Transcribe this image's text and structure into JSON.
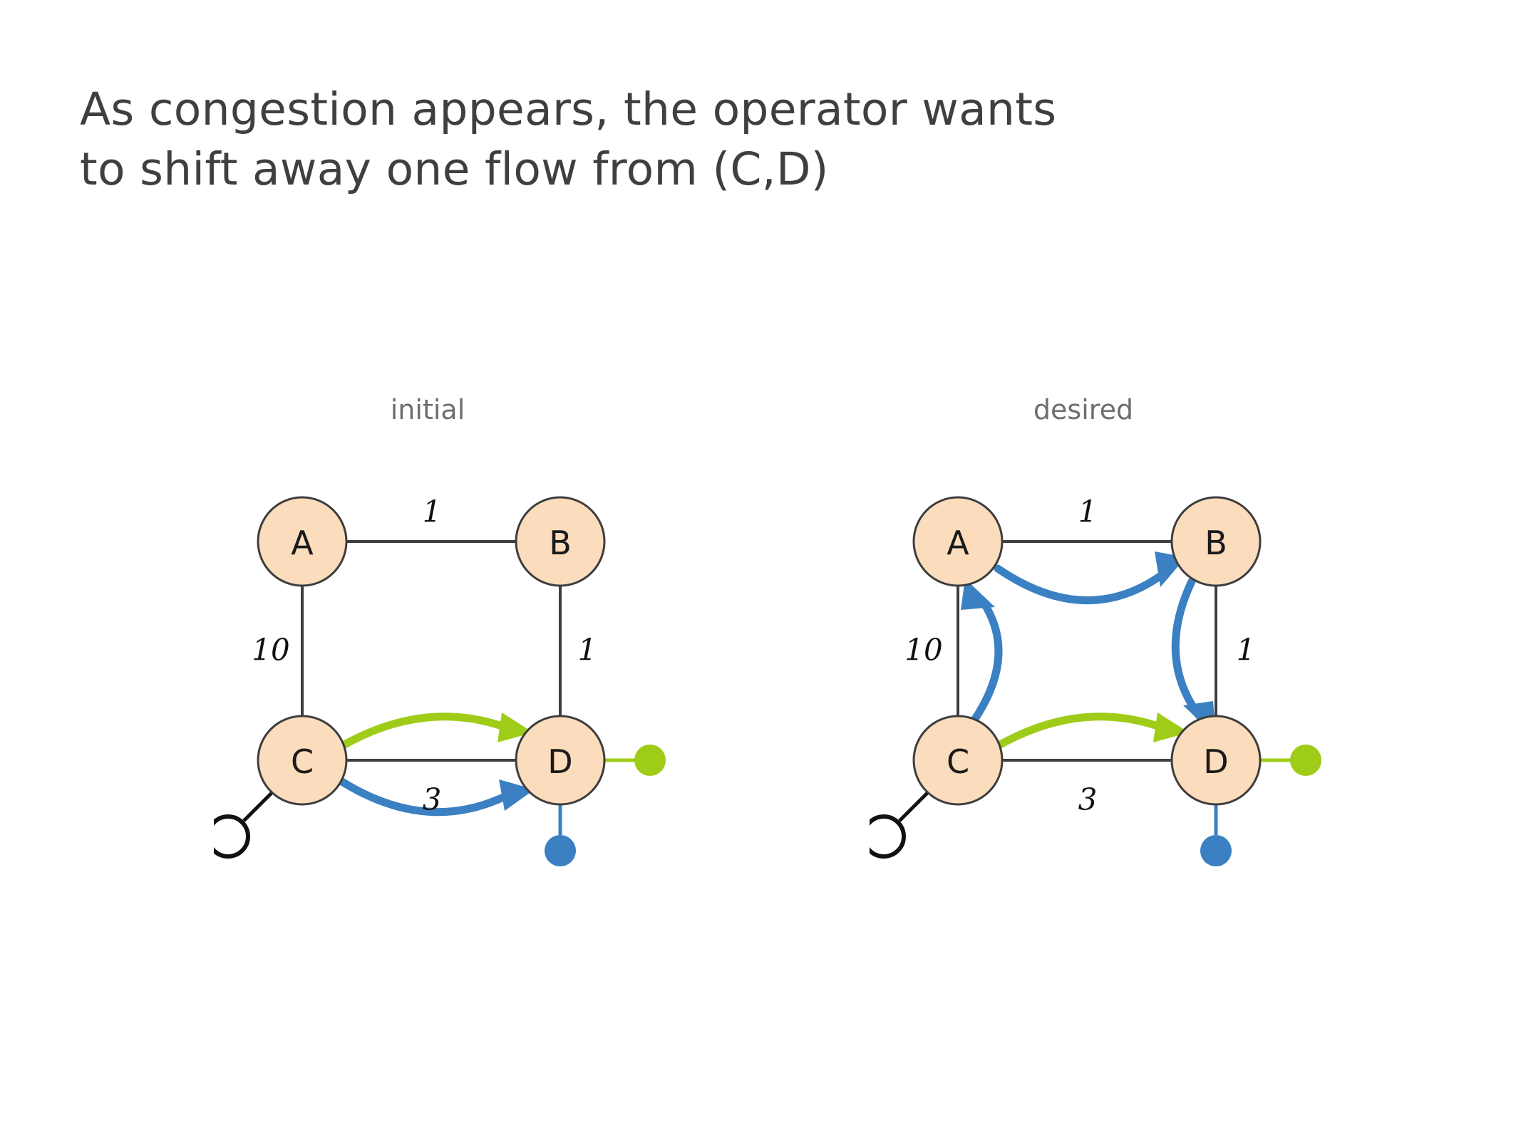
{
  "slide": {
    "background_color": "#ffffff",
    "title": {
      "line1": "As congestion appears, the operator wants",
      "line2": "to shift away one flow from (C,D)",
      "color": "#3f3f3f"
    }
  },
  "palette": {
    "node_fill": "#fbdcbc",
    "node_stroke": "#3d3d3d",
    "edge_stroke": "#3f3f3f",
    "flow_green": "#9fcc18",
    "flow_blue": "#3a80c2",
    "terminal_open": "#ffffff",
    "caption_gray": "#6e6e6e"
  },
  "panels": [
    {
      "id": "initial",
      "caption": "initial",
      "nodes": [
        {
          "id": "A",
          "label": "A"
        },
        {
          "id": "B",
          "label": "B"
        },
        {
          "id": "C",
          "label": "C"
        },
        {
          "id": "D",
          "label": "D"
        }
      ],
      "edges": [
        {
          "from": "A",
          "to": "B",
          "weight": "1"
        },
        {
          "from": "A",
          "to": "C",
          "weight": "10"
        },
        {
          "from": "B",
          "to": "D",
          "weight": "1"
        },
        {
          "from": "C",
          "to": "D",
          "weight": "3"
        }
      ],
      "terminals": [
        {
          "id": "c-open",
          "attached_to": "C",
          "style": "open-circle",
          "color": "#ffffff"
        },
        {
          "id": "d-green",
          "attached_to": "D",
          "style": "filled-circle",
          "color": "#9fcc18"
        },
        {
          "id": "d-blue",
          "attached_to": "D",
          "style": "filled-circle",
          "color": "#3a80c2"
        }
      ],
      "flows": [
        {
          "id": "green-flow",
          "color": "#9fcc18",
          "path": [
            "C",
            "D"
          ]
        },
        {
          "id": "blue-flow",
          "color": "#3a80c2",
          "path": [
            "C",
            "D"
          ]
        }
      ]
    },
    {
      "id": "desired",
      "caption": "desired",
      "nodes": [
        {
          "id": "A",
          "label": "A"
        },
        {
          "id": "B",
          "label": "B"
        },
        {
          "id": "C",
          "label": "C"
        },
        {
          "id": "D",
          "label": "D"
        }
      ],
      "edges": [
        {
          "from": "A",
          "to": "B",
          "weight": "1"
        },
        {
          "from": "A",
          "to": "C",
          "weight": "10"
        },
        {
          "from": "B",
          "to": "D",
          "weight": "1"
        },
        {
          "from": "C",
          "to": "D",
          "weight": "3"
        }
      ],
      "terminals": [
        {
          "id": "c-open",
          "attached_to": "C",
          "style": "open-circle",
          "color": "#ffffff"
        },
        {
          "id": "d-green",
          "attached_to": "D",
          "style": "filled-circle",
          "color": "#9fcc18"
        },
        {
          "id": "d-blue",
          "attached_to": "D",
          "style": "filled-circle",
          "color": "#3a80c2"
        }
      ],
      "flows": [
        {
          "id": "green-flow",
          "color": "#9fcc18",
          "path": [
            "C",
            "D"
          ]
        },
        {
          "id": "blue-flow",
          "color": "#3a80c2",
          "path": [
            "C",
            "A",
            "B",
            "D"
          ]
        }
      ]
    }
  ]
}
